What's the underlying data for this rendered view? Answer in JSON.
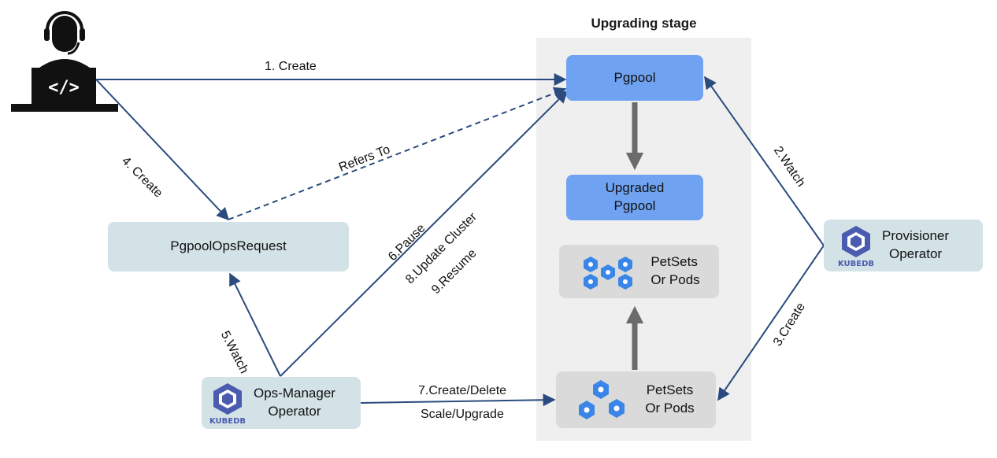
{
  "stage": {
    "title": "Upgrading stage"
  },
  "nodes": {
    "pgpool": "Pgpool",
    "upgraded_pgpool": "Upgraded\nPgpool",
    "ops_request": "PgpoolOpsRequest",
    "provisioner": "Provisioner\nOperator",
    "ops_manager": "Ops-Manager\nOperator",
    "petsets_top": "PetSets\nOr Pods",
    "petsets_bottom": "PetSets\nOr Pods"
  },
  "edges": {
    "create1": "1. Create",
    "watch2": "2.Watch",
    "create3": "3.Create",
    "create4": "4. Create",
    "watch5": "5.Watch",
    "pause6": "6.Pause",
    "create_delete7": "7.Create/Delete",
    "scale_upgrade": "Scale/Upgrade",
    "update8": "8.Update Cluster",
    "resume9": "9.Resume",
    "refers_to": "Refers To"
  },
  "logo_text": "KUBEDB",
  "colors": {
    "arrow": "#2b4b7e",
    "pgpool_box": "#6fa3f1",
    "operator_box": "#d3e2e6",
    "petset_box": "#dadada",
    "stage_bg": "#efefef",
    "pod_icon": "#3a86e8",
    "kubedb_logo": "#4a5bb0"
  },
  "icons": [
    "developer-icon",
    "kubedb-logo-icon",
    "pod-cluster-icon"
  ]
}
